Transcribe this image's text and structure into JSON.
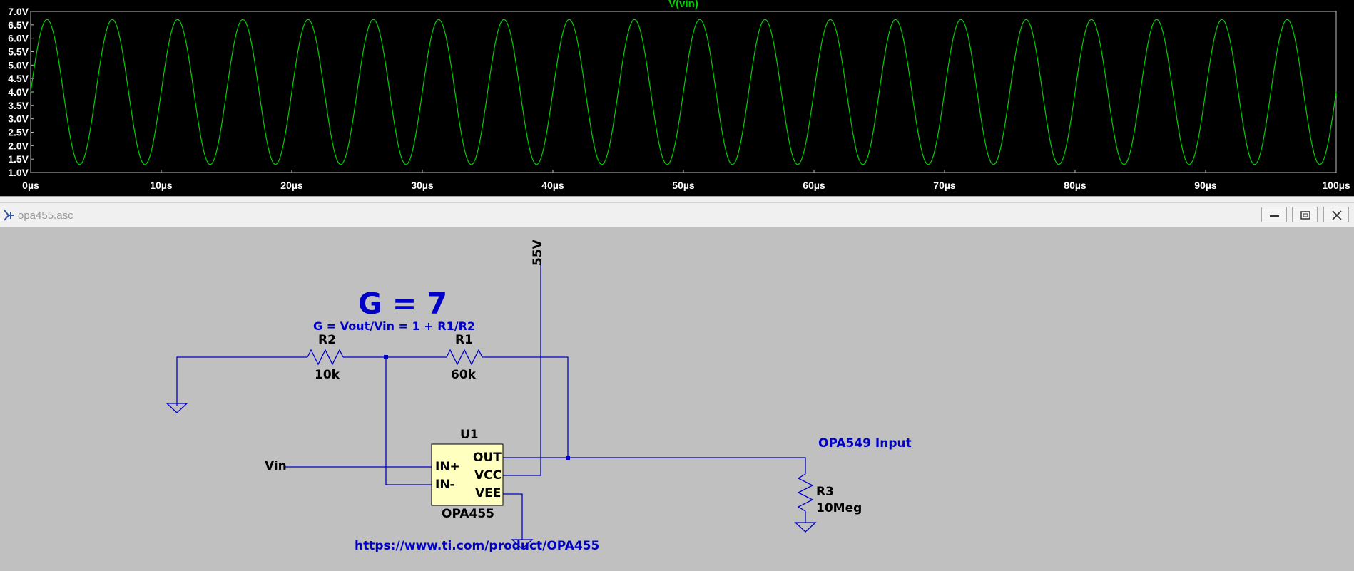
{
  "plot": {
    "background": "#000000",
    "trace_color": "#00d000",
    "axis_color": "#bebebe",
    "label_color": "#ffffff"
  },
  "chart_data": {
    "type": "line",
    "title": "V(vin)",
    "xlabel": "",
    "ylabel": "",
    "x_ticks": [
      "0µs",
      "10µs",
      "20µs",
      "30µs",
      "40µs",
      "50µs",
      "60µs",
      "70µs",
      "80µs",
      "90µs",
      "100µs"
    ],
    "y_ticks": [
      "1.0V",
      "1.5V",
      "2.0V",
      "2.5V",
      "3.0V",
      "3.5V",
      "4.0V",
      "4.5V",
      "5.0V",
      "5.5V",
      "6.0V",
      "6.5V",
      "7.0V"
    ],
    "xlim": [
      0,
      100
    ],
    "ylim": [
      1.0,
      7.0
    ],
    "grid": false,
    "series": [
      {
        "name": "V(vin)",
        "waveform": "sine",
        "offset_v": 4.0,
        "amplitude_v": 2.7,
        "frequency_khz": 200,
        "phase_deg": 0
      }
    ]
  },
  "schematic_window": {
    "title": "opa455.asc",
    "buttons": {
      "minimize": "minimize",
      "maximize": "maximize",
      "close": "close"
    }
  },
  "schematic": {
    "wire_color": "#0000c8",
    "background": "#c0c0c0",
    "opamp_fill": "#ffffc0",
    "gain_title": "G = 7",
    "gain_formula": "G = Vout/Vin = 1 + R1/R2",
    "supply_label": "55V",
    "r2": {
      "ref": "R2",
      "value": "10k"
    },
    "r1": {
      "ref": "R1",
      "value": "60k"
    },
    "r3": {
      "ref": "R3",
      "value": "10Meg"
    },
    "opamp": {
      "ref": "U1",
      "model": "OPA455",
      "pins": {
        "in_plus": "IN+",
        "in_minus": "IN-",
        "out": "OUT",
        "vcc": "VCC",
        "vee": "VEE"
      }
    },
    "input_net": "Vin",
    "output_net_label": "OPA549 Input",
    "url": "https://www.ti.com/product/OPA455"
  }
}
